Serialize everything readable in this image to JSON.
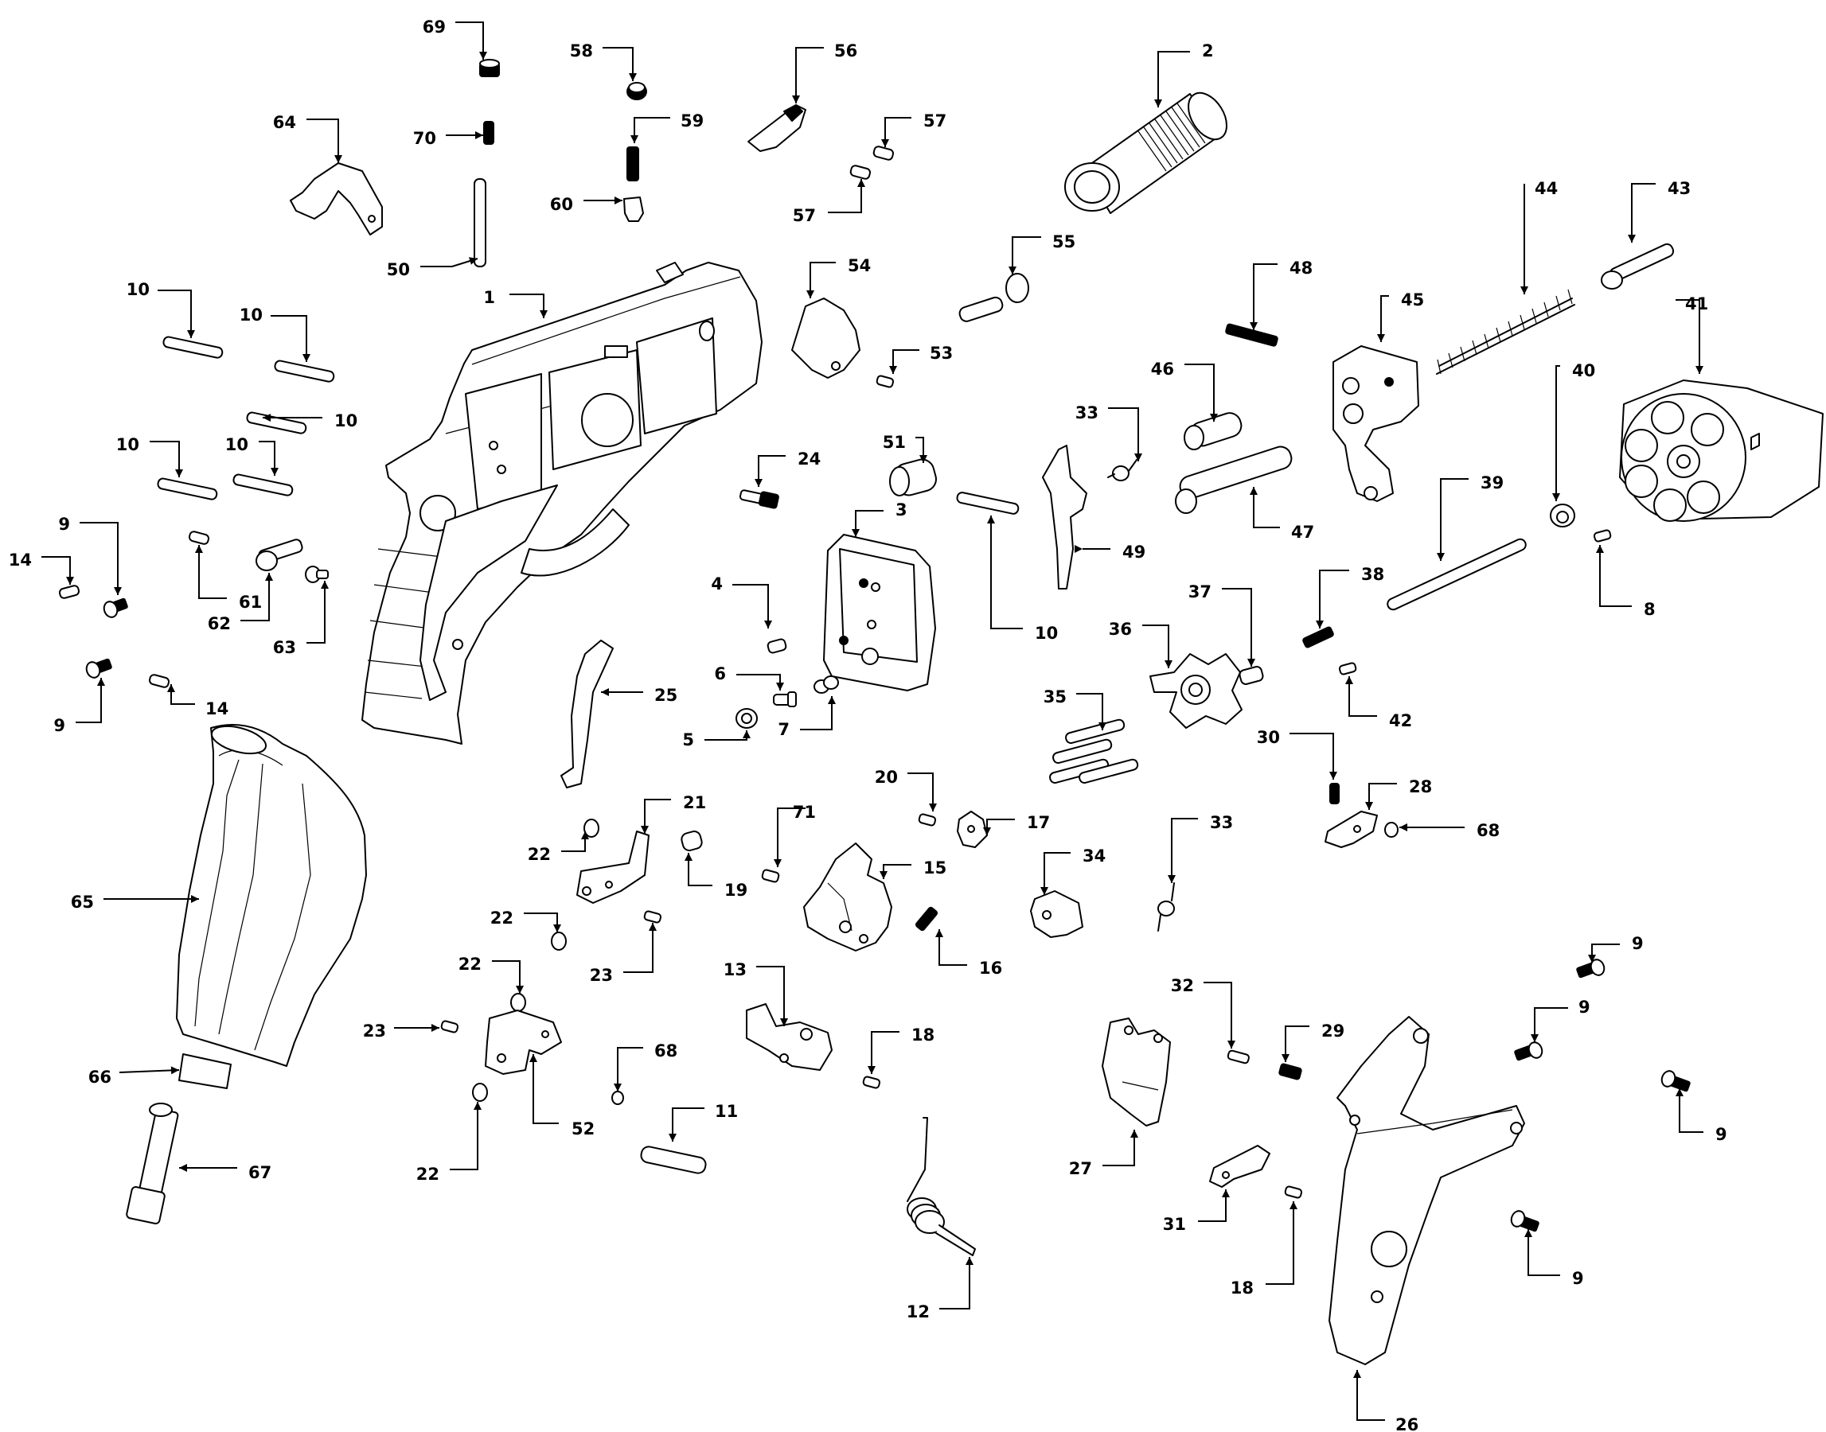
{
  "callouts": [
    {
      "text": "1"
    },
    {
      "text": "2"
    },
    {
      "text": "3"
    },
    {
      "text": "4"
    },
    {
      "text": "5"
    },
    {
      "text": "6"
    },
    {
      "text": "7"
    },
    {
      "text": "8"
    },
    {
      "text": "9"
    },
    {
      "text": "9"
    },
    {
      "text": "9"
    },
    {
      "text": "9"
    },
    {
      "text": "9"
    },
    {
      "text": "9"
    },
    {
      "text": "10"
    },
    {
      "text": "10"
    },
    {
      "text": "10"
    },
    {
      "text": "10"
    },
    {
      "text": "10"
    },
    {
      "text": "10"
    },
    {
      "text": "11"
    },
    {
      "text": "12"
    },
    {
      "text": "13"
    },
    {
      "text": "14"
    },
    {
      "text": "14"
    },
    {
      "text": "15"
    },
    {
      "text": "16"
    },
    {
      "text": "17"
    },
    {
      "text": "18"
    },
    {
      "text": "18"
    },
    {
      "text": "19"
    },
    {
      "text": "20"
    },
    {
      "text": "21"
    },
    {
      "text": "22"
    },
    {
      "text": "22"
    },
    {
      "text": "22"
    },
    {
      "text": "22"
    },
    {
      "text": "23"
    },
    {
      "text": "23"
    },
    {
      "text": "24"
    },
    {
      "text": "25"
    },
    {
      "text": "26"
    },
    {
      "text": "27"
    },
    {
      "text": "28"
    },
    {
      "text": "29"
    },
    {
      "text": "30"
    },
    {
      "text": "31"
    },
    {
      "text": "32"
    },
    {
      "text": "33"
    },
    {
      "text": "33"
    },
    {
      "text": "34"
    },
    {
      "text": "35"
    },
    {
      "text": "36"
    },
    {
      "text": "37"
    },
    {
      "text": "38"
    },
    {
      "text": "39"
    },
    {
      "text": "40"
    },
    {
      "text": "41"
    },
    {
      "text": "42"
    },
    {
      "text": "43"
    },
    {
      "text": "44"
    },
    {
      "text": "45"
    },
    {
      "text": "46"
    },
    {
      "text": "47"
    },
    {
      "text": "48"
    },
    {
      "text": "49"
    },
    {
      "text": "50"
    },
    {
      "text": "51"
    },
    {
      "text": "52"
    },
    {
      "text": "53"
    },
    {
      "text": "54"
    },
    {
      "text": "55"
    },
    {
      "text": "56"
    },
    {
      "text": "57"
    },
    {
      "text": "57"
    },
    {
      "text": "58"
    },
    {
      "text": "59"
    },
    {
      "text": "60"
    },
    {
      "text": "61"
    },
    {
      "text": "62"
    },
    {
      "text": "63"
    },
    {
      "text": "64"
    },
    {
      "text": "65"
    },
    {
      "text": "66"
    },
    {
      "text": "67"
    },
    {
      "text": "68"
    },
    {
      "text": "68"
    },
    {
      "text": "69"
    },
    {
      "text": "70"
    },
    {
      "text": "71"
    }
  ],
  "colors": {
    "line": "#000000",
    "background": "#ffffff"
  }
}
